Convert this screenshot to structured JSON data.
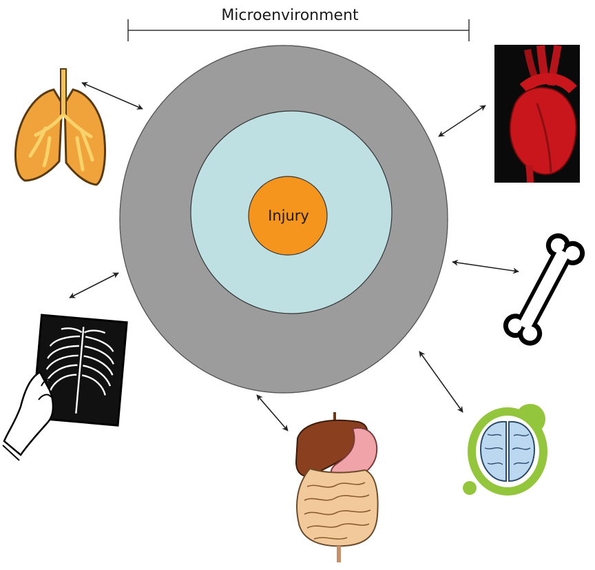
{
  "diagram": {
    "bracket_label": "Microenvironment",
    "center_label": "Injury",
    "organs": [
      {
        "name": "lungs"
      },
      {
        "name": "heart"
      },
      {
        "name": "chest-xray"
      },
      {
        "name": "bone"
      },
      {
        "name": "digestive-system"
      },
      {
        "name": "brain"
      }
    ],
    "colors": {
      "outer_ring": "#9a9a9a",
      "inner_ring": "#bfe0e3",
      "injury": "#f6951e",
      "lungs": "#f0a33a",
      "heart": "#c8161c",
      "brain_ring": "#93c63c",
      "liver": "#8a3f1e",
      "intestine": "#f2c99a"
    }
  }
}
